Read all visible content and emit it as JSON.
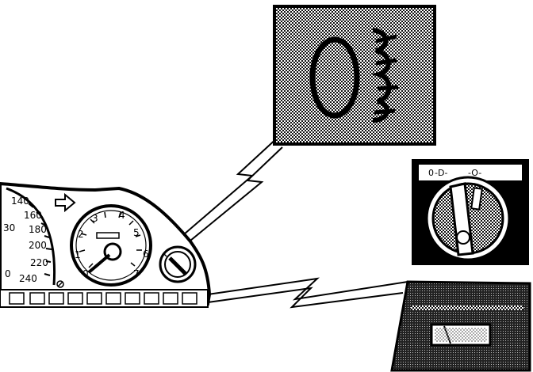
{
  "speedometer": {
    "ticks": [
      "140",
      "160",
      "180",
      "200",
      "220",
      "240"
    ],
    "partial": "30",
    "partial2": "0"
  },
  "tachometer": {
    "ticks": [
      "0",
      "1",
      "2",
      "3",
      "4",
      "5",
      "6",
      "7"
    ]
  },
  "light_switch": {
    "positions": [
      "0",
      "-D-",
      "-O-"
    ]
  },
  "colors": {
    "ink": "#000000",
    "paper": "#ffffff"
  },
  "icons": [
    "headlight-icon",
    "turn-signal-arrow-icon",
    "fuel-icon"
  ]
}
